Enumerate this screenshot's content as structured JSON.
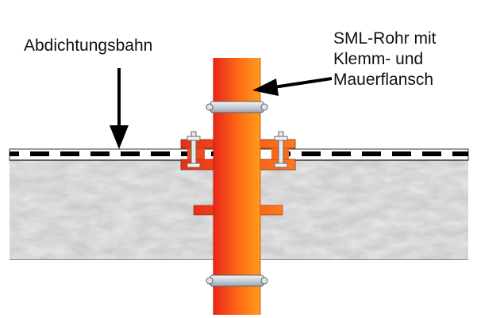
{
  "labels": {
    "membrane": "Abdichtungsbahn",
    "pipe": [
      "SML-Rohr mit",
      "Klemm- und",
      "Mauerflansch"
    ]
  },
  "colors": {
    "background": "#ffffff",
    "concrete": "#c8c8c8",
    "pipe_light": "#ff8c1a",
    "pipe_dark": "#e8261a",
    "flange": "#ee4a1e",
    "membrane_dash": "#000000",
    "band": "#d9dde2",
    "text": "#111111"
  },
  "icons": {
    "membrane_arrow": "arrow-down-icon",
    "pipe_arrow": "arrow-left-icon"
  }
}
